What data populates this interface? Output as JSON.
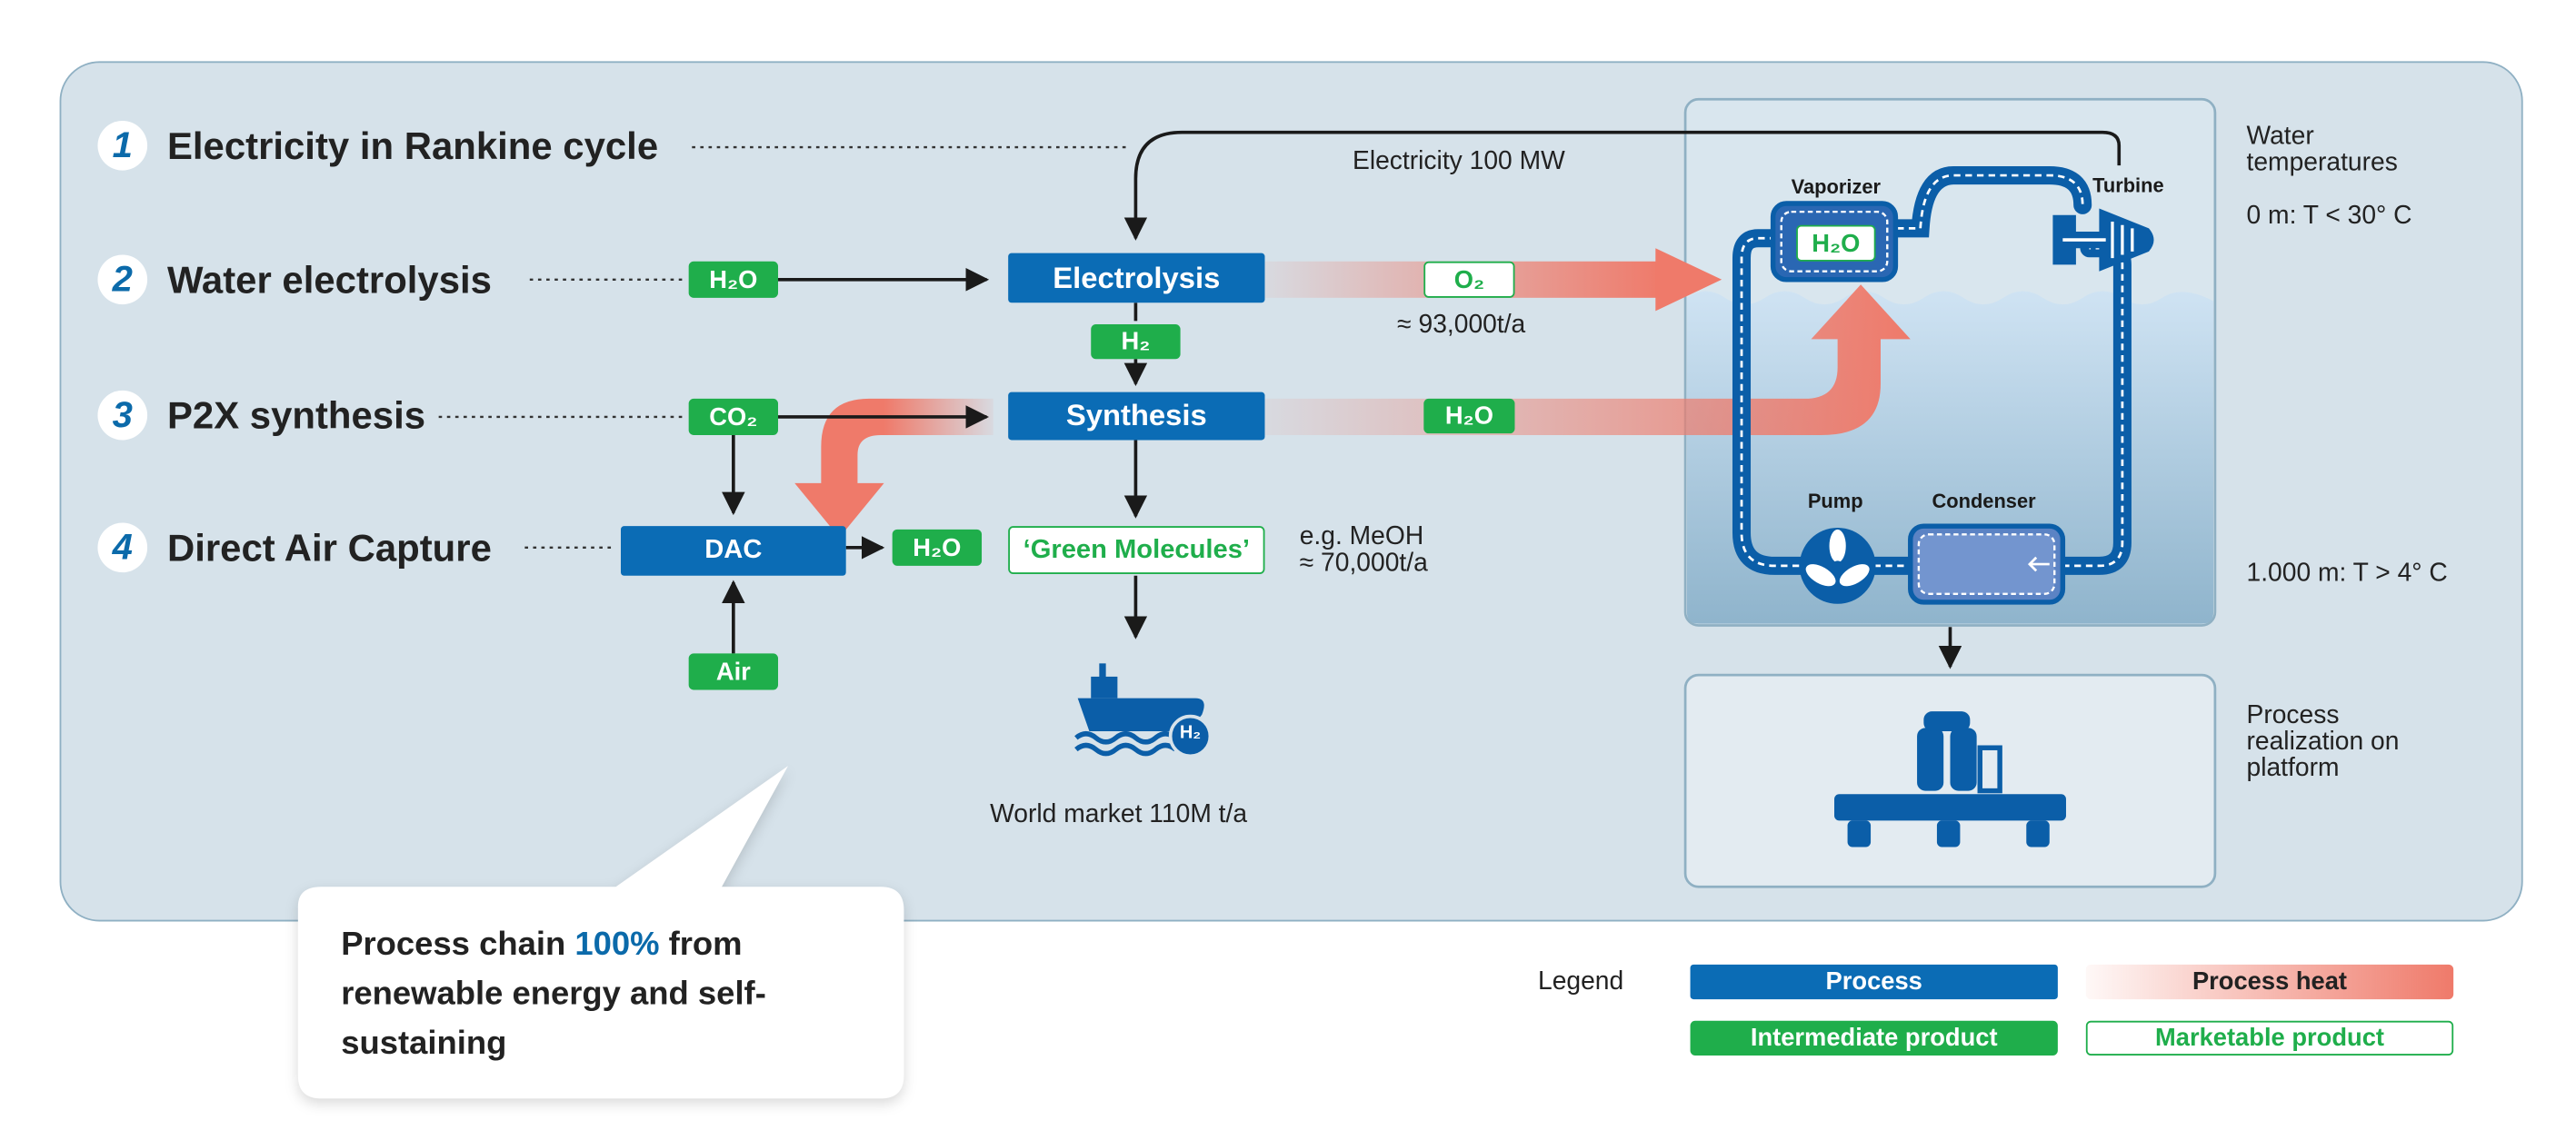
{
  "steps": [
    {
      "number": "1",
      "title": "Electricity in Rankine cycle"
    },
    {
      "number": "2",
      "title": "Water electrolysis"
    },
    {
      "number": "3",
      "title": "P2X synthesis"
    },
    {
      "number": "4",
      "title": "Direct Air Capture"
    }
  ],
  "nodes": {
    "electrolysis": "Electrolysis",
    "synthesis": "Synthesis",
    "dac": "DAC",
    "green_molecules": "‘Green Molecules’",
    "h2o_input": "H₂O",
    "h2": "H₂",
    "co2": "CO₂",
    "h2o_dac": "H₂O",
    "air": "Air",
    "o2": "O₂",
    "h2o_synth": "H₂O",
    "h2o_vaporizer": "H₂O"
  },
  "annotations": {
    "electricity": "Electricity 100 MW",
    "o2_amount": "≈ 93,000t/a",
    "meoh_line1": "e.g. MeOH",
    "meoh_line2": "≈ 70,000t/a",
    "world_market": "World market 110M t/a",
    "ship_badge": "H₂"
  },
  "rankine": {
    "vaporizer": "Vaporizer",
    "turbine": "Turbine",
    "pump": "Pump",
    "condenser": "Condenser"
  },
  "side_notes": {
    "water_temp_line1": "Water",
    "water_temp_line2": "temperatures",
    "temp_surface": "0 m: T < 30° C",
    "temp_deep": "1.000 m: T > 4° C",
    "platform_line1": "Process",
    "platform_line2": "realization on",
    "platform_line3": "platform"
  },
  "callout": {
    "line1_pre": "Process chain ",
    "line1_accent": "100%",
    "line1_post": " from",
    "line2": "renewable energy and self-",
    "line3": "sustaining"
  },
  "legend": {
    "title": "Legend",
    "process": "Process",
    "process_heat": "Process heat",
    "intermediate": "Intermediate product",
    "marketable": "Marketable product"
  },
  "colors": {
    "process": "#0b6cb5",
    "intermediate": "#1fae4b",
    "heat": "#ef7a6a",
    "panel": "#d6e2ea",
    "accent": "#0b6aaa"
  },
  "icons": [
    "ship-icon",
    "platform-icon",
    "turbine-icon",
    "pump-icon"
  ]
}
